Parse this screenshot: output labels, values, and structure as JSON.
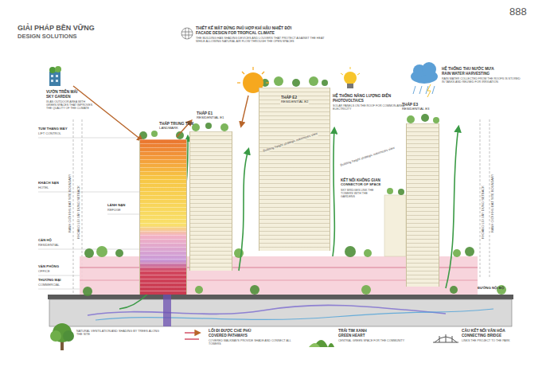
{
  "diagram": {
    "title": "GIẢI PHÁP BỀN VỮNG",
    "nodes": [
      {
        "text": [
          "THÁP TRUNG TÂM",
          "LANDMARK"
        ]
      },
      {
        "text": [
          "THÁP E1",
          "RESIDENTIAL E1"
        ]
      },
      {
        "text": [
          "THÁP E2",
          "RESIDENTIAL E2"
        ]
      },
      {
        "text": [
          "THÁP E3",
          "RESIDENTIAL E3"
        ]
      }
    ],
    "labels": [
      "DESIGN SOLUTIONS",
      "888",
      "THIẾT KẾ MẶT ĐỨNG PHÙ HỢP KHÍ HẬU NHIỆT ĐỚI",
      "FACADE DESIGN FOR TROPICAL CLIMATE",
      "THE BUILDING HAS SHADING DEVICES AND LOUVERS THAT PROTECT AGAINST THE HEAT WHILE ALLOWING NATURAL AIR FLOW THROUGH THE OPEN SPACES",
      "VƯỜN TRÊN MÁI",
      "SKY GARDEN",
      "IS AN OUTDOOR AREA WITH GREEN SPACES THAT IMPROVES THE QUALITY OF THE CLIMATE",
      "TUM THANG MÁY",
      "LIFT CONTROL",
      "KHÁCH SẠN",
      "HOTEL",
      "LÁNH NẠN",
      "REFUGE",
      "CĂN HỘ",
      "RESIDENTIAL",
      "VĂN PHÒNG",
      "OFFICE",
      "THƯƠNG MẠI",
      "COMMERCIAL",
      "RANH GIỚI KHU ĐẤT SITE BOUNDARY",
      "KHOẢNG LÙI XÂY DỰNG SETBACK",
      "RANH GIỚI KHU ĐẤT SITE BOUNDARY",
      "KHOẢNG LÙI XÂY DỰNG SETBACK",
      "HỆ THỐNG NĂNG LƯỢNG ĐIỆN",
      "PHOTOVOLTAICS",
      "SOLAR PANELS ON THE ROOF FOR COMMON AREA ELECTRICITY",
      "HỆ THỐNG THU NƯỚC MƯA",
      "RAIN WATER HARVESTING",
      "RAIN WATER COLLECTED FROM THE ROOFS IS STORED IN TANKS AND REUSED FOR IRRIGATION",
      "KẾT NỐI KHÔNG GIAN",
      "CONNECTOR OF SPACE",
      "SKY BRIDGES LINK THE TOWERS WITH THE GARDENS",
      "Building height strategic maximizes view",
      "Building height strategic maximizes view",
      "NATURAL VENTILATION AND SHADING BY TREES ALONG THE SITE",
      "LỐI ĐI ĐƯỢC CHE PHỦ",
      "COVERED PATHWAYS",
      "COVERED WALKWAYS PROVIDE SHADE AND CONNECT ALL TOWERS",
      "TRÁI TIM XANH",
      "GREEN HEART",
      "CENTRAL GREEN SPACE FOR THE COMMUNITY",
      "CẦU KẾT NỐI VĂN HÓA",
      "CONNECTING BRIDGE",
      "LINKS THE PROJECT TO THE PARK",
      "ĐƯỜNG NỘI BỘ"
    ]
  }
}
